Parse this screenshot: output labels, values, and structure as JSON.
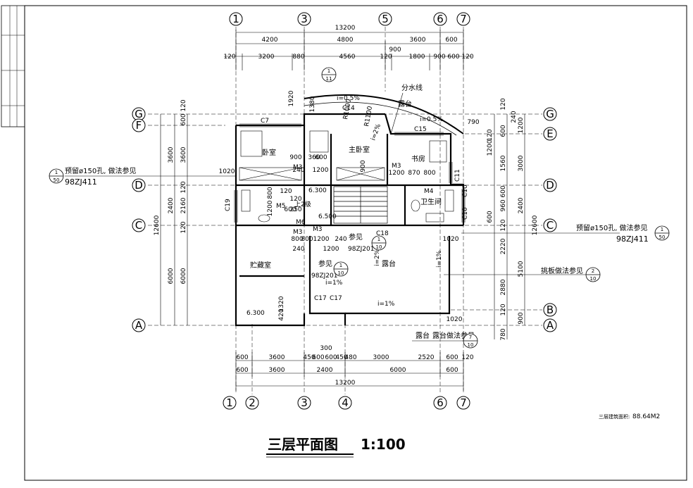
{
  "drawing": {
    "title": "三层平面图",
    "scale": "1:100",
    "area_label": "三层建筑面积:",
    "area_value": "88.64M2"
  },
  "axes": {
    "top": [
      "1",
      "3",
      "5",
      "6",
      "7"
    ],
    "bottom": [
      "1",
      "2",
      "3",
      "4",
      "6",
      "7"
    ],
    "left": [
      "G",
      "F",
      "D",
      "C",
      "A"
    ],
    "right": [
      "G",
      "E",
      "D",
      "C",
      "B",
      "A"
    ]
  },
  "dimensions": {
    "top_total": "13200",
    "top_row1": [
      "4200",
      "4800",
      "3600",
      "600"
    ],
    "top_row2": [
      "120",
      "3200",
      "880",
      "4560",
      "120",
      "900",
      "1800",
      "900",
      "600",
      "120"
    ],
    "bottom_row1": [
      "600",
      "3600",
      "450",
      "600",
      "600",
      "450",
      "480",
      "3000",
      "2520",
      "600",
      "120"
    ],
    "bottom_row2": [
      "600",
      "3600",
      "2400",
      "6000",
      "600"
    ],
    "bottom_total": "13200",
    "bottom_extra": "300",
    "left_outer": [
      "12600"
    ],
    "left_mid": [
      "3600",
      "2400",
      "6000"
    ],
    "left_inner": [
      "600",
      "120",
      "3600",
      "120",
      "2160",
      "120",
      "6000"
    ],
    "right_outer": [
      "12600"
    ],
    "right_mid": [
      "1200",
      "3000",
      "2400",
      "5100",
      "900"
    ],
    "right_inner": [
      "120",
      "240",
      "790",
      "120",
      "600",
      "1200",
      "1560",
      "600",
      "960",
      "600",
      "120",
      "2220",
      "2880",
      "120",
      "1020",
      "780"
    ],
    "interior": [
      "1920",
      "1380",
      "360",
      "900",
      "240",
      "1200",
      "1020",
      "120",
      "800",
      "120",
      "1200",
      "600",
      "250",
      "800",
      "240",
      "1200",
      "1320",
      "420",
      "900",
      "1200",
      "870",
      "800",
      "1020",
      "600",
      "240",
      "1200",
      "800"
    ]
  },
  "rooms": [
    "卧室",
    "主卧室",
    "书房",
    "卫生间",
    "贮藏室",
    "露台",
    "露台"
  ],
  "windows_doors": [
    "C7",
    "C14",
    "C15",
    "C18",
    "C19",
    "C10",
    "C10",
    "C11",
    "C17",
    "C17",
    "M3",
    "M3",
    "M4",
    "M5",
    "M6",
    "M3",
    "M3"
  ],
  "annotations": {
    "drain_line": "分水线",
    "slope1": "i=0.5%",
    "slope2": "i=0.5%",
    "slope3": "i=2%",
    "slope4": "i=1%",
    "slope5": "i=1%",
    "slope6": "i=1%",
    "slope7": "i=2%",
    "radius1": "R1000",
    "radius2": "R1100",
    "level1": "6.300",
    "level2": "6.500",
    "level3": "6.300",
    "stair": "上2级",
    "porch_terrace": "露台",
    "left_hole_note": "预留ø150孔, 做法参见",
    "left_hole_std": "98ZJ411",
    "right_hole_note": "预留ø150孔, 做法参见",
    "right_hole_std": "98ZJ411",
    "parapet_note": "挑板做法参见",
    "terrace_note": "露台做法参见",
    "ref_see1": "参见",
    "ref_std1": "98ZJ201",
    "ref_see2": "参见",
    "ref_std2": "98ZJ201"
  },
  "detail_refs": [
    {
      "num": "1",
      "sheet": "11"
    },
    {
      "num": "1",
      "sheet": "50"
    },
    {
      "num": "1",
      "sheet": "50"
    },
    {
      "num": "2",
      "sheet": "10"
    },
    {
      "num": "7",
      "sheet": "10"
    },
    {
      "num": "1",
      "sheet": "10"
    },
    {
      "num": "1",
      "sheet": "10"
    }
  ]
}
